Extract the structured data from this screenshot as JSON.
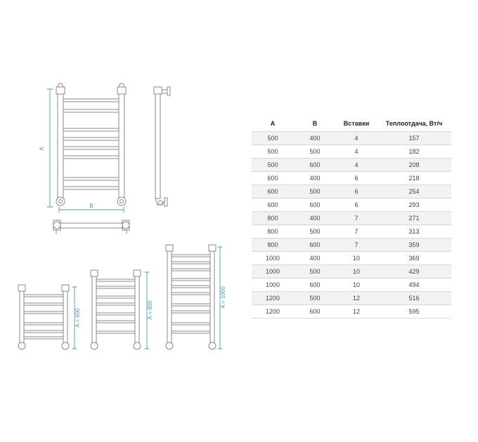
{
  "drawing_labels": {
    "main_height": "A",
    "main_width": "B",
    "small_height": "A = 600",
    "medium_height": "A = 800",
    "large_height": "A = 1000"
  },
  "colors": {
    "dimension_lines": "#4a9bb0",
    "outline": "#8a8a8a",
    "table_stripe": "#f2f2f2"
  },
  "table": {
    "headers": [
      "A",
      "B",
      "Вставки",
      "Теплоотдача, Вт/ч"
    ],
    "rows": [
      [
        "500",
        "400",
        "4",
        "157"
      ],
      [
        "500",
        "500",
        "4",
        "182"
      ],
      [
        "500",
        "600",
        "4",
        "208"
      ],
      [
        "600",
        "400",
        "6",
        "218"
      ],
      [
        "600",
        "500",
        "6",
        "254"
      ],
      [
        "600",
        "600",
        "6",
        "293"
      ],
      [
        "800",
        "400",
        "7",
        "271"
      ],
      [
        "800",
        "500",
        "7",
        "313"
      ],
      [
        "800",
        "600",
        "7",
        "359"
      ],
      [
        "1000",
        "400",
        "10",
        "369"
      ],
      [
        "1000",
        "500",
        "10",
        "429"
      ],
      [
        "1000",
        "600",
        "10",
        "494"
      ],
      [
        "1200",
        "500",
        "12",
        "516"
      ],
      [
        "1200",
        "600",
        "12",
        "595"
      ]
    ]
  }
}
